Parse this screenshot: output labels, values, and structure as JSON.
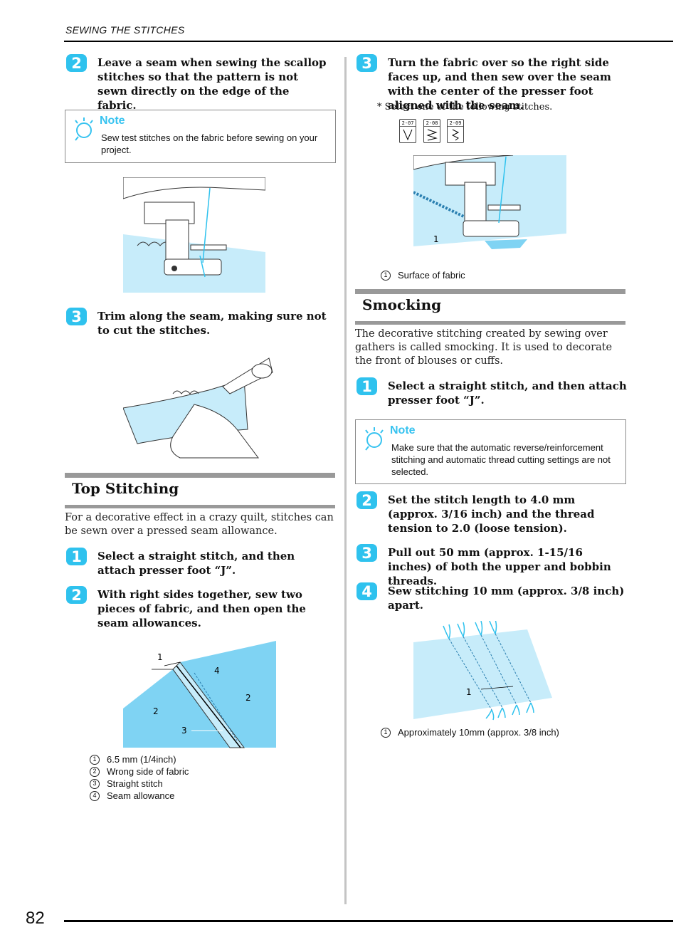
{
  "header": {
    "title": "SEWING THE STITCHES"
  },
  "page_number": "82",
  "left": {
    "step2": {
      "num": "2",
      "text": "Leave a seam when sewing the scallop stitches so that the pattern is not sewn directly on the edge of the fabric."
    },
    "note1": {
      "title": "Note",
      "text": "Sew test stitches on the fabric before sewing on your project."
    },
    "step3": {
      "num": "3",
      "text": "Trim along the seam, making sure not to cut the stitches."
    },
    "section_top_stitching": {
      "title": "Top Stitching",
      "intro": "For a decorative effect in a crazy quilt, stitches can be sewn over a pressed seam allowance.",
      "step1": {
        "num": "1",
        "text": "Select a straight stitch, and then attach presser foot “J”."
      },
      "step2": {
        "num": "2",
        "text": "With right sides together, sew two pieces of fabric, and then open the seam allowances."
      },
      "figure_callouts": [
        "1",
        "2",
        "2",
        "3",
        "4"
      ],
      "legend": [
        {
          "num": "1",
          "text": "6.5 mm (1/4inch)"
        },
        {
          "num": "2",
          "text": "Wrong side of fabric"
        },
        {
          "num": "3",
          "text": "Straight stitch"
        },
        {
          "num": "4",
          "text": "Seam allowance"
        }
      ]
    }
  },
  "right": {
    "step3": {
      "num": "3",
      "text": "Turn the fabric over so the right side faces up, and then sew over the seam with the center of the presser foot aligned with the seam."
    },
    "select_note": "*  Select one of the following stitches.",
    "stitch_icons": [
      "2-07",
      "2-08",
      "2-09"
    ],
    "figure1_callout": "1",
    "figure1_legend": {
      "num": "1",
      "text": "Surface of fabric"
    },
    "section_smocking": {
      "title": "Smocking",
      "intro": "The decorative stitching created by sewing over gathers is called smocking. It is used to decorate the front of blouses or cuffs.",
      "step1": {
        "num": "1",
        "text": "Select a straight stitch, and then attach presser foot “J”."
      },
      "note": {
        "title": "Note",
        "text": "Make sure that the automatic reverse/reinforcement stitching and automatic thread cutting settings are not selected."
      },
      "step2": {
        "num": "2",
        "text": "Set the stitch length to 4.0 mm (approx. 3/16 inch) and the thread tension to 2.0 (loose tension)."
      },
      "step3": {
        "num": "3",
        "text": "Pull out 50 mm (approx. 1-15/16 inches) of both the upper and bobbin threads."
      },
      "step4": {
        "num": "4",
        "text": "Sew stitching 10 mm (approx. 3/8 inch) apart."
      },
      "figure_callout": "1",
      "figure_legend": {
        "num": "1",
        "text": "Approximately 10mm (approx. 3/8 inch)"
      }
    }
  },
  "colors": {
    "accent": "#2fc2ee",
    "fabric": "#c7ecfa",
    "fabric_dark": "#7fd3f3"
  }
}
